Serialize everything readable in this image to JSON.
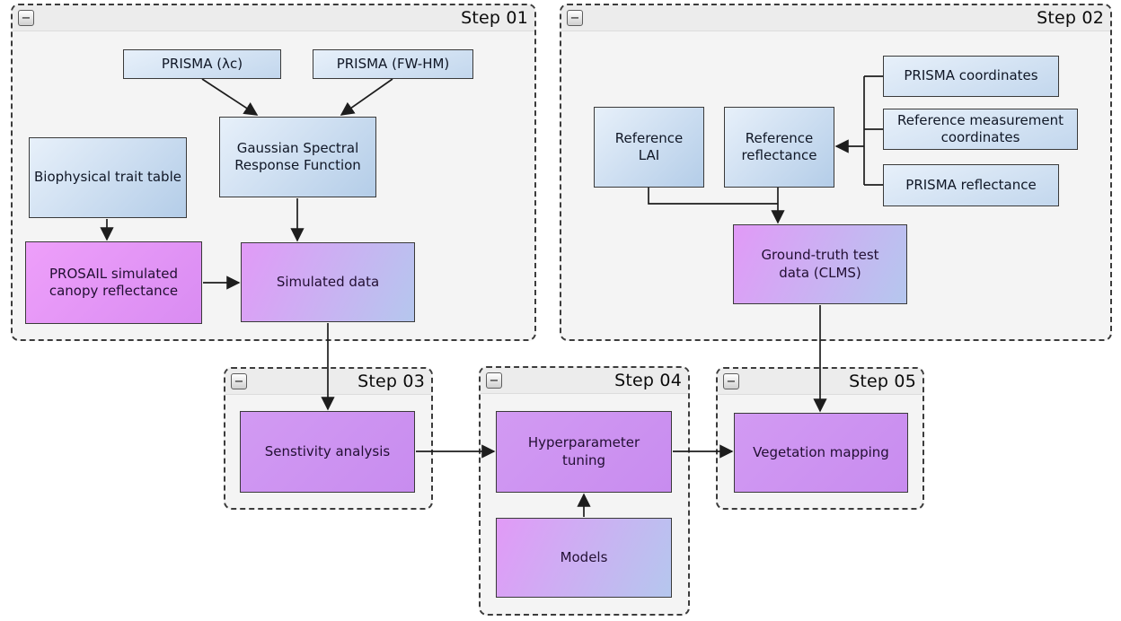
{
  "groups": [
    {
      "title": "Step 01",
      "collapse_label": "−"
    },
    {
      "title": "Step 02",
      "collapse_label": "−"
    },
    {
      "title": "Step 03",
      "collapse_label": "−"
    },
    {
      "title": "Step 04",
      "collapse_label": "−"
    },
    {
      "title": "Step 05",
      "collapse_label": "−"
    }
  ],
  "nodes": {
    "prisma_lc": "PRISMA (λc)",
    "prisma_fwhm": "PRISMA (FW-HM)",
    "gaussian": "Gaussian Spectral Response Function",
    "biophysical": "Biophysical trait table",
    "prosail": "PROSAIL simulated canopy reflectance",
    "simulated": "Simulated data",
    "reference_lai": "Reference LAI",
    "reference_reflectance": "Reference reflectance",
    "prisma_coordinates": "PRISMA coordinates",
    "reference_measurement_coordinates": "Reference measurement coordinates",
    "prisma_reflectance": "PRISMA reflectance",
    "ground_truth": "Ground-truth test data (CLMS)",
    "sensitivity": "Senstivity analysis",
    "hyperparameter": "Hyperparameter tuning",
    "models": "Models",
    "vegetation": "Vegetation mapping"
  },
  "colors": {
    "canvas_bg": "#ffffff",
    "group_bg": "#f4f4f4",
    "group_header_bg": "#ececec",
    "group_border": "#3c3c3c",
    "node_border": "#3a3a3a",
    "blue_light": "#e7f0fa",
    "blue_dark": "#b4cde8",
    "magenta_light": "#ee9ffa",
    "magenta_dark": "#d98cf2",
    "purple_solid_light": "#d29af3",
    "purple_solid_dark": "#c88cef",
    "lavender_light": "#e19af7",
    "periwinkle": "#b5c7ee",
    "arrow": "#1d1d1d",
    "text_dark": "#101726",
    "text_purple": "#220f33"
  }
}
